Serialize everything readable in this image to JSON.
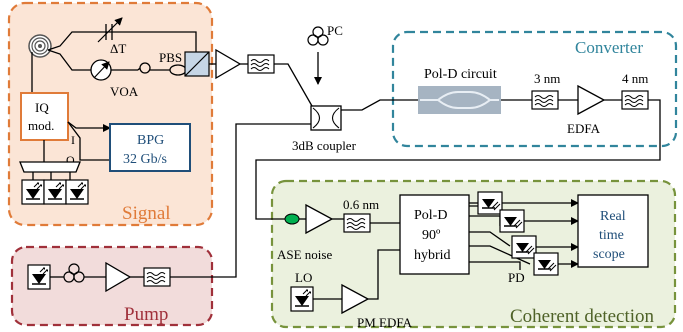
{
  "colors": {
    "signal_fill": "#fbe5d6",
    "signal_border": "#e07b39",
    "signal_label": "#e07b39",
    "pump_fill": "#f2dcdb",
    "pump_border": "#a0303a",
    "pump_label": "#a0303a",
    "converter_fill": "#ffffff",
    "converter_border": "#31859c",
    "converter_label": "#31859c",
    "coherent_fill": "#ebf1de",
    "coherent_border": "#77933c",
    "coherent_label": "#4f6228",
    "iq_box_border": "#e07b39",
    "bpg_box_border": "#1f4e79",
    "bpg_text": "#1f4e79",
    "scope_text": "#1f4e79",
    "ase_node": "#00b050",
    "pold_chip": "#a6b4c2"
  },
  "regions": {
    "signal": "Signal",
    "pump": "Pump",
    "converter": "Converter",
    "coherent": "Coherent detection"
  },
  "labels": {
    "delta_t": "ΔT",
    "voa": "VOA",
    "pbs": "PBS",
    "iq_mod_line1": "IQ",
    "iq_mod_line2": "mod.",
    "i_port": "I",
    "q_port": "Q",
    "bpg_line1": "BPG",
    "bpg_line2": "32 Gb/s",
    "pc": "PC",
    "coupler": "3dB coupler",
    "pold_circuit": "Pol-D circuit",
    "filter_3nm": "3 nm",
    "filter_4nm": "4 nm",
    "edfa": "EDFA",
    "filter_06nm": "0.6 nm",
    "ase_noise": "ASE noise",
    "hybrid_line1": "Pol-D",
    "hybrid_line2": "90º",
    "hybrid_line3": "hybrid",
    "lo": "LO",
    "pm_edfa": "PM EDFA",
    "pd": "PD",
    "scope_line1": "Real",
    "scope_line2": "time",
    "scope_line3": "scope"
  }
}
